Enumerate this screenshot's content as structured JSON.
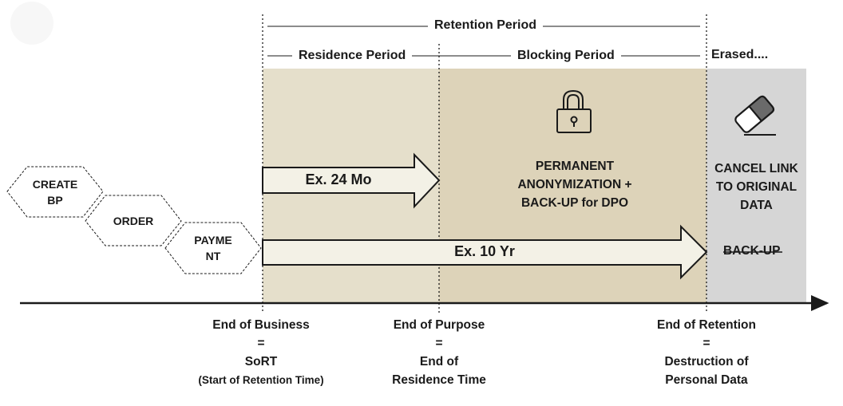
{
  "header": {
    "retention_period": "Retention Period",
    "residence_period": "Residence Period",
    "blocking_period": "Blocking Period",
    "erased": "Erased...."
  },
  "steps": [
    {
      "line1": "CREATE",
      "line2": "BP"
    },
    {
      "line1": "ORDER",
      "line2": ""
    },
    {
      "line1": "PAYME",
      "line2": "NT"
    }
  ],
  "arrows": {
    "short": "Ex. 24 Mo",
    "long": "Ex. 10 Yr"
  },
  "blocking": {
    "line1": "PERMANENT",
    "line2": "ANONYMIZATION +",
    "line3": "BACK-UP for DPO"
  },
  "erased_zone": {
    "line1": "CANCEL LINK",
    "line2": "TO ORIGINAL",
    "line3": "DATA",
    "backup": "BACK-UP"
  },
  "milestones": {
    "end_of_business": {
      "l1": "End of Business",
      "l2": "=",
      "l3": "SoRT",
      "l4": "(Start of Retention Time)"
    },
    "end_of_purpose": {
      "l1": "End of Purpose",
      "l2": "=",
      "l3": "End of",
      "l4": "Residence Time"
    },
    "end_of_retention": {
      "l1": "End of Retention",
      "l2": "=",
      "l3": "Destruction of",
      "l4": "Personal Data"
    }
  },
  "colors": {
    "residence_fill": "#e5dfcb",
    "blocking_fill": "#ddd3b9",
    "erased_fill": "#d6d6d6",
    "arrow_fill": "#f3f1e6",
    "ink": "#1a1a1a"
  },
  "icons": {
    "blocking": "padlock-icon",
    "erased": "eraser-icon"
  }
}
